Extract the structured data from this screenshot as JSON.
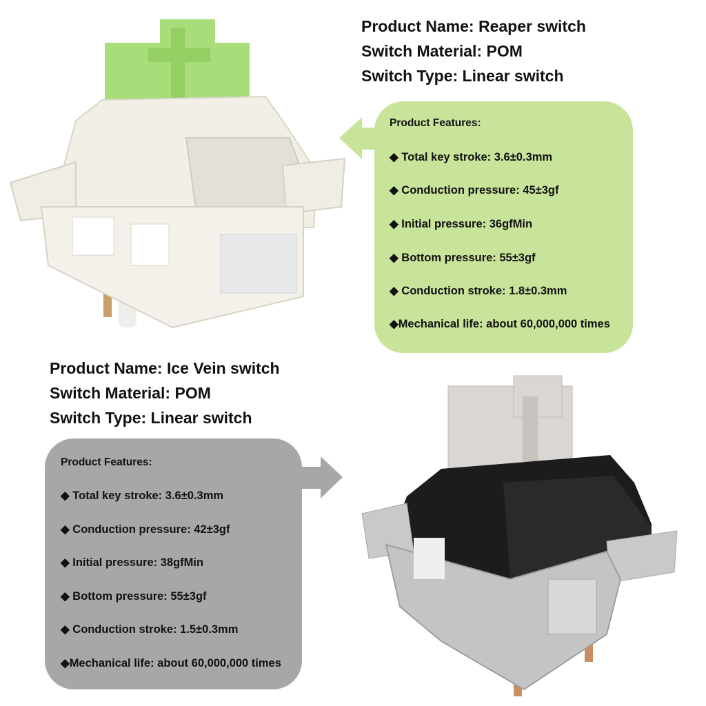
{
  "products": [
    {
      "name_line": "Product Name: Reaper switch",
      "material_line": "Switch Material: POM",
      "type_line": "Switch Type: Linear switch",
      "features_title": "Product Features:",
      "features": [
        "◆ Total key stroke: 3.6±0.3mm",
        "◆ Conduction pressure: 45±3gf",
        "◆ Initial pressure: 36gfMin",
        "◆ Bottom pressure: 55±3gf",
        "◆ Conduction stroke: 1.8±0.3mm",
        "◆Mechanical life: about 60,000,000 times"
      ],
      "box_color": "#c8e39a",
      "stem_color": "#a9dd7a",
      "housing_color": "#f1efe6"
    },
    {
      "name_line": "Product Name: Ice Vein switch",
      "material_line": "Switch Material: POM",
      "type_line": "Switch Type: Linear switch",
      "features_title": "Product Features:",
      "features": [
        "◆ Total key stroke: 3.6±0.3mm",
        "◆ Conduction pressure: 42±3gf",
        "◆ Initial pressure: 38gfMin",
        "◆ Bottom pressure: 55±3gf",
        "◆ Conduction stroke: 1.5±0.3mm",
        "◆Mechanical life: about 60,000,000 times"
      ],
      "box_color": "#a7a7aa",
      "stem_color": "#d9d6d3",
      "housing_color": "#1c1c1c"
    }
  ]
}
